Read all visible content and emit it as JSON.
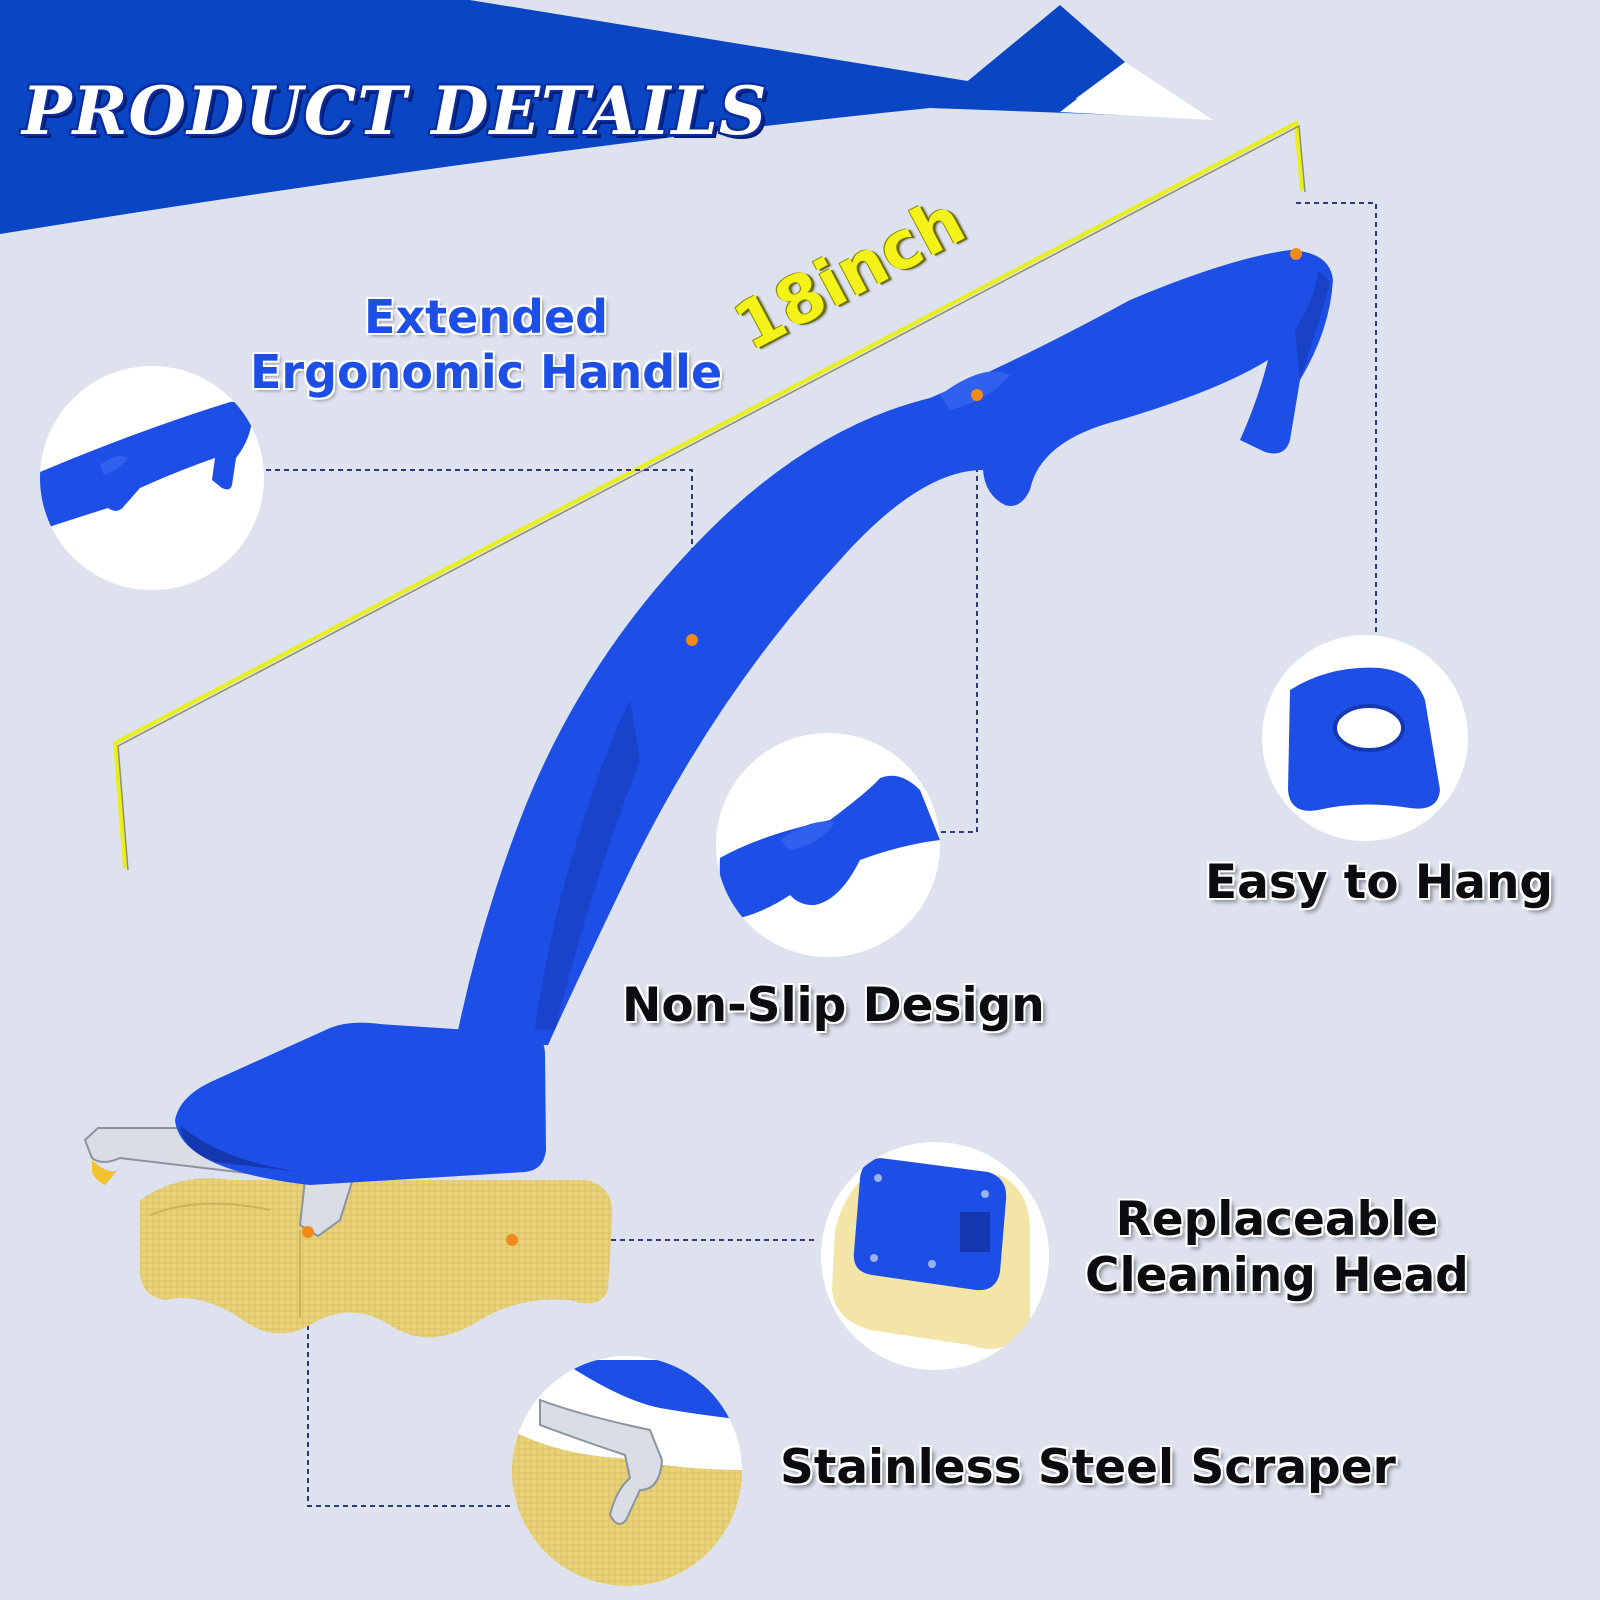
{
  "banner": {
    "title": "PRODUCT DETAILS"
  },
  "measurement": {
    "label": "18inch"
  },
  "features": {
    "handle": {
      "line1": "Extended",
      "line2": "Ergonomic Handle"
    },
    "hang": {
      "label": "Easy to Hang"
    },
    "nonslip": {
      "label": "Non-Slip Design"
    },
    "head": {
      "line1": "Replaceable",
      "line2": "Cleaning Head"
    },
    "scraper": {
      "label": "Stainless Steel Scraper"
    }
  },
  "colors": {
    "brand_blue": "#1d4fe6",
    "banner_blue": "#0a46c4",
    "measure_yellow": "#e8ef1b",
    "sponge_yellow": "#e9d27a",
    "callout_dot": "#f08a1a",
    "background": "#dde2ee"
  },
  "icons": [
    "brush-handle",
    "hang-hole",
    "sponge-head",
    "steel-scraper"
  ]
}
